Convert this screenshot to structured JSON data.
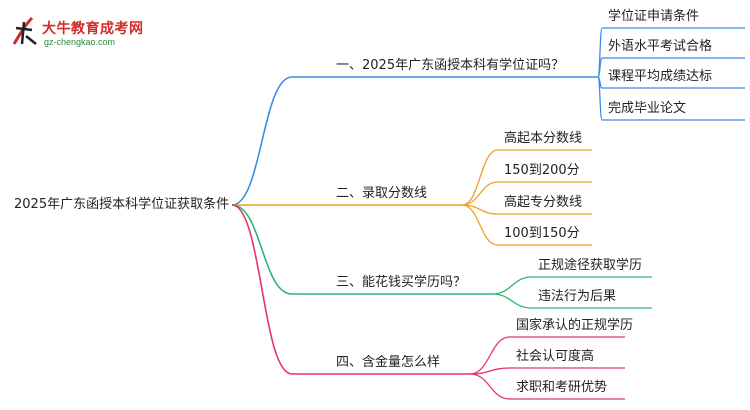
{
  "logo": {
    "name": "大牛教育成考网",
    "url": "gz-chengkao.com"
  },
  "root": "2025年广东函授本科学位证获取条件",
  "branches": [
    {
      "label": "一、2025年广东函授本科有学位证吗？",
      "color": "#3b8be8",
      "children": [
        "学位证申请条件",
        "外语水平考试合格",
        "课程平均成绩达标",
        "完成毕业论文"
      ]
    },
    {
      "label": "二、录取分数线",
      "color": "#f0a020",
      "children": [
        "高起本分数线",
        "150到200分",
        "高起专分数线",
        "100到150分"
      ]
    },
    {
      "label": "三、能花钱买学历吗？",
      "color": "#2bb673",
      "children": [
        "正规途径获取学历",
        "违法行为后果"
      ]
    },
    {
      "label": "四、含金量怎么样",
      "color": "#e8336e",
      "children": [
        "国家承认的正规学历",
        "社会认可度高",
        "求职和考研优势"
      ]
    }
  ]
}
